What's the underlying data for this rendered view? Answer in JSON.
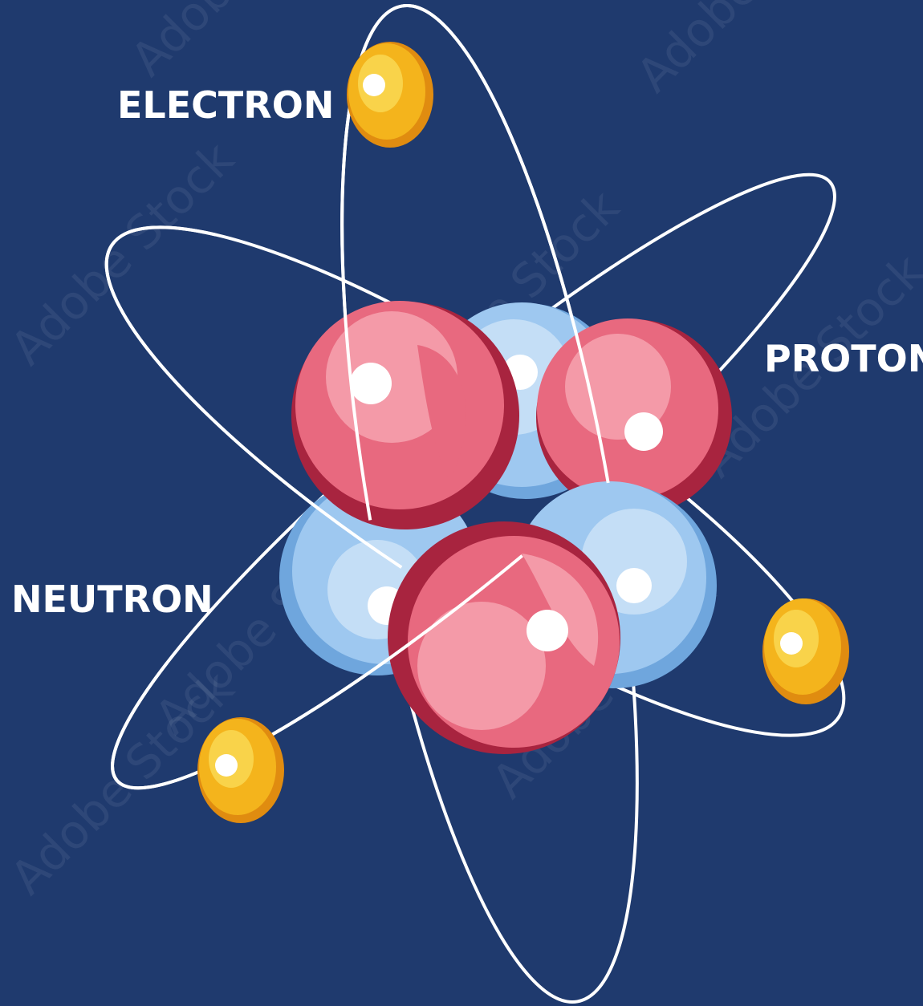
{
  "labels": {
    "electron": "ELECTRON",
    "proton": "PROTON",
    "neutron": "NEUTRON"
  },
  "watermark": "Adobe Stock",
  "colors": {
    "background": "#1f3a6e",
    "label": "#ffffff",
    "orbit": "#ffffff",
    "proton_fill": "#e8697f",
    "proton_dark": "#a8243f",
    "proton_light": "#f49aa8",
    "neutron_fill": "#9ec8f0",
    "neutron_dark": "#6fa6dd",
    "neutron_light": "#c4def6",
    "electron_fill": "#f4b41c",
    "electron_light": "#f9d34a",
    "electron_dark": "#e08c10"
  },
  "particles": {
    "protons": 3,
    "neutrons": 3,
    "electrons": 3
  }
}
